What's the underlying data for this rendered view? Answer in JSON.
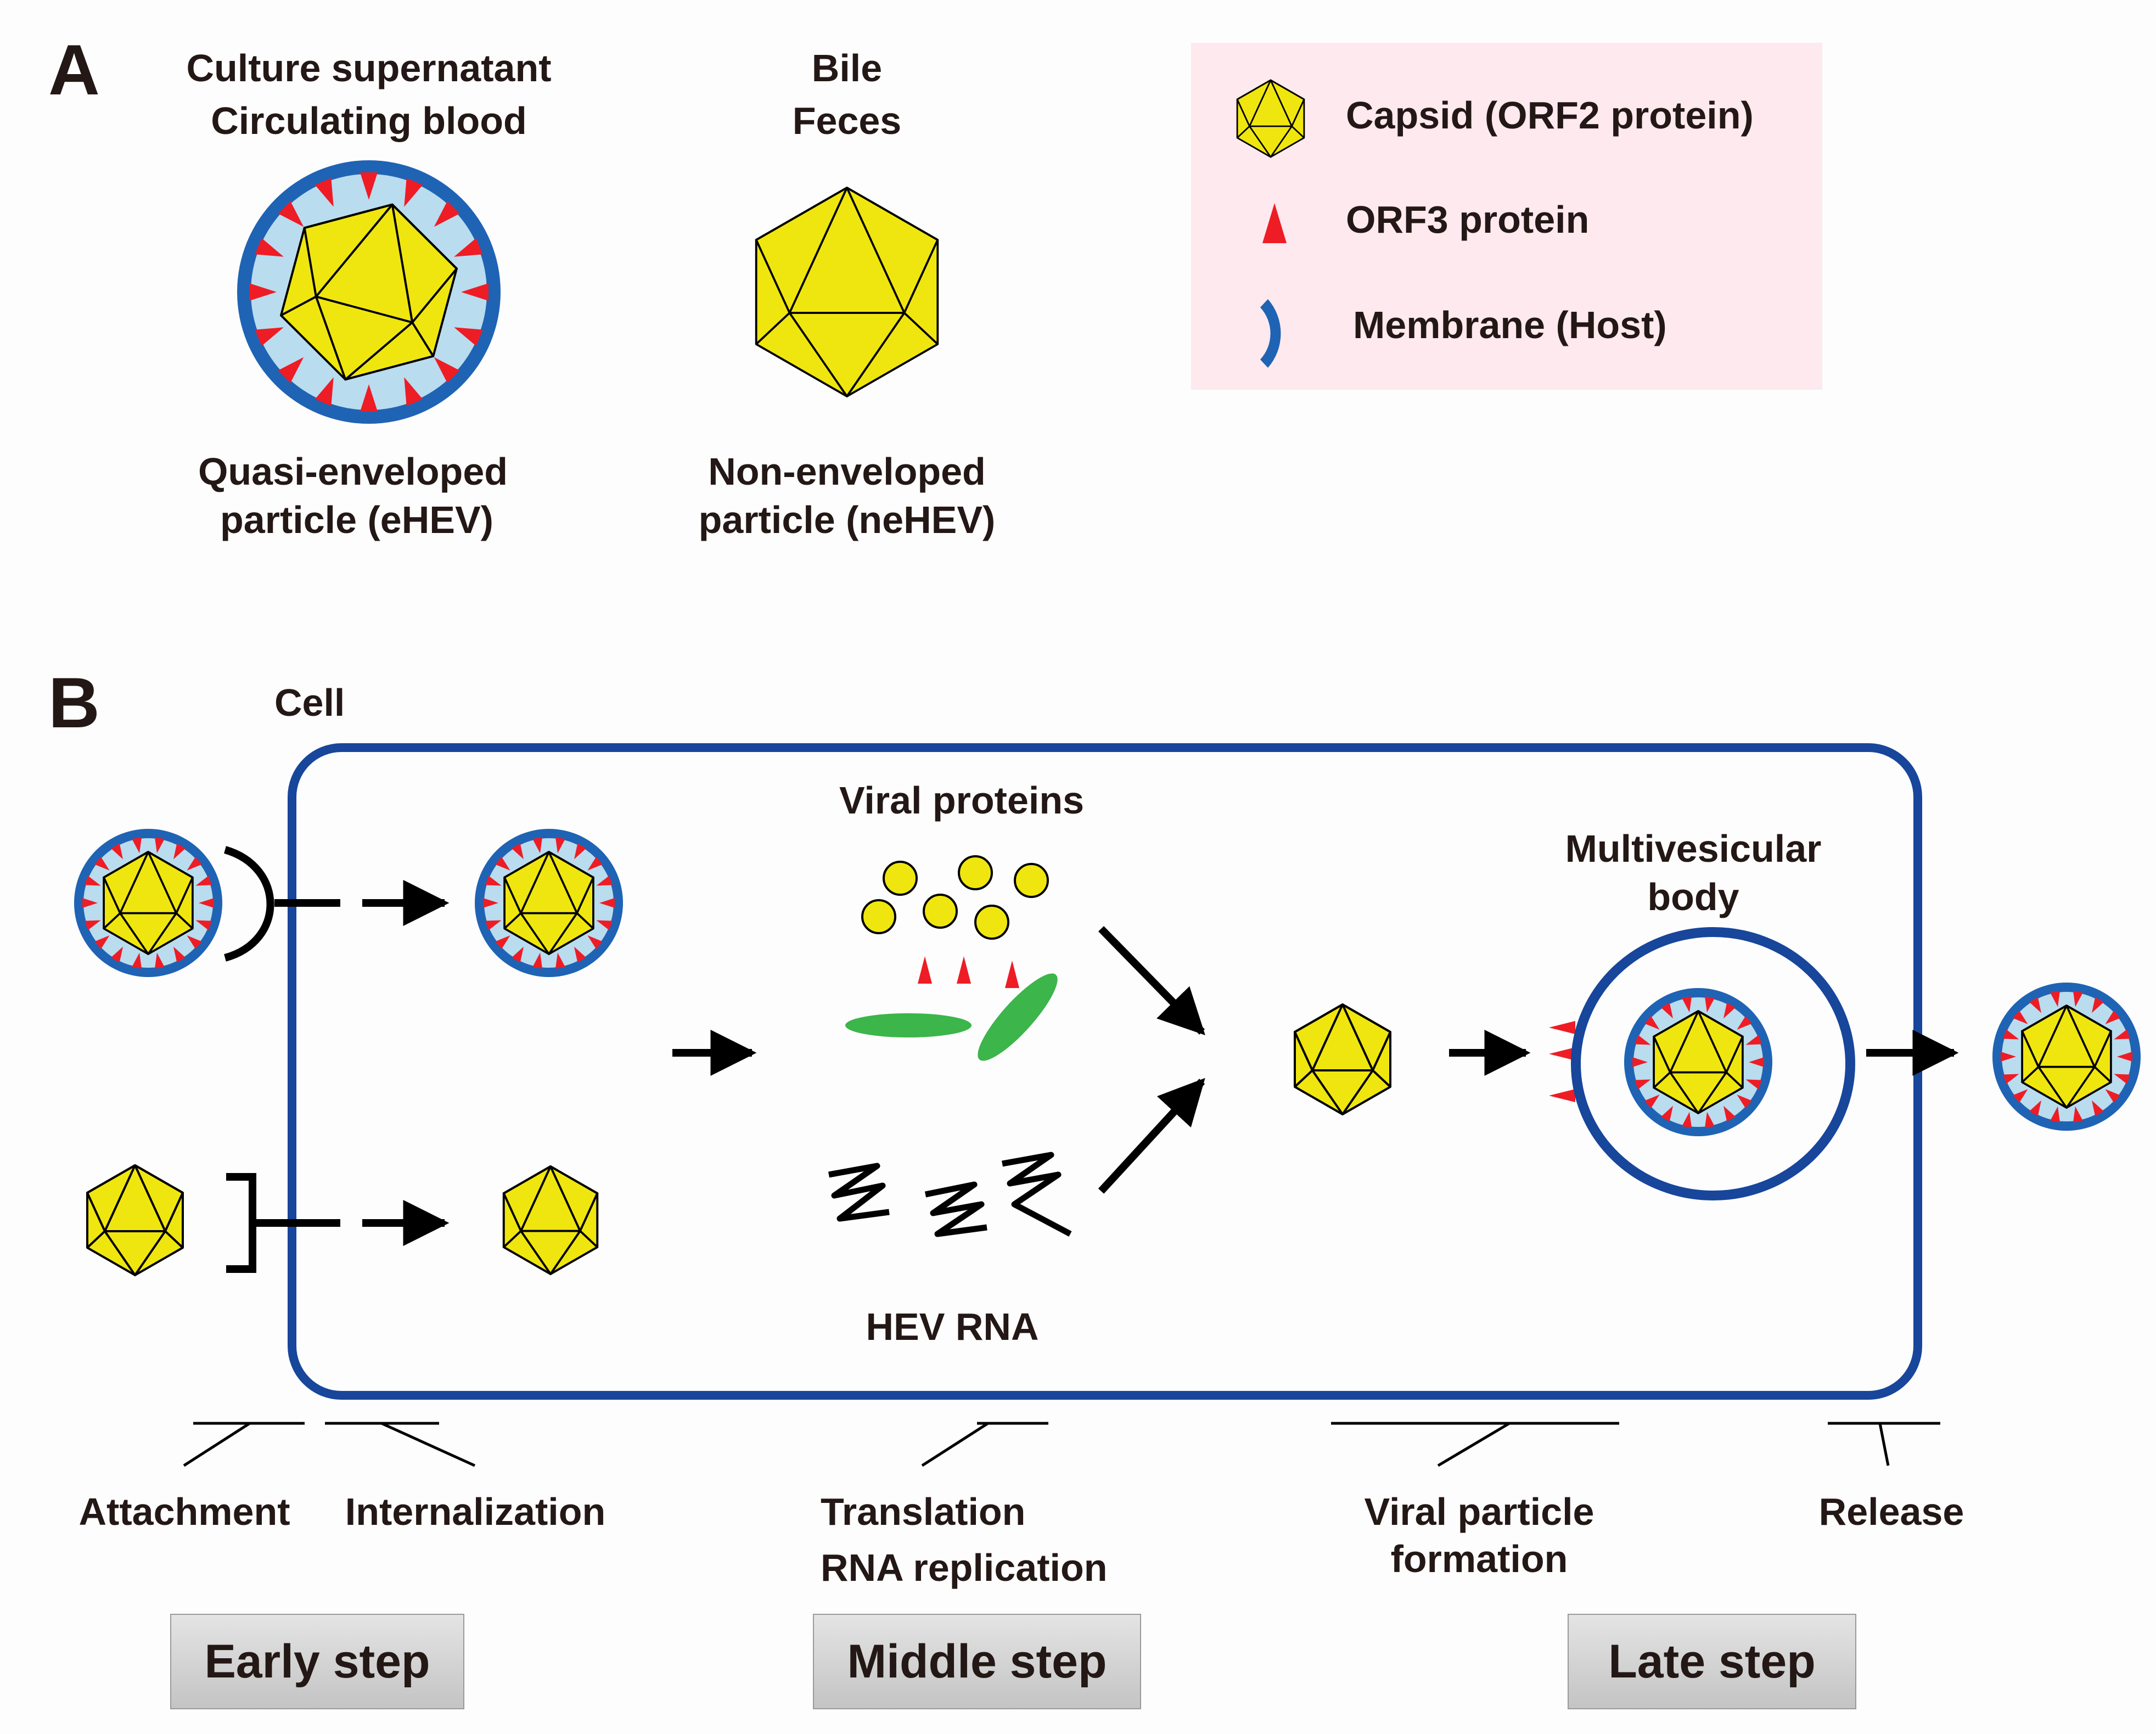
{
  "panel_a": {
    "letter": "A",
    "left_source": [
      "Culture supernatant",
      "Circulating blood"
    ],
    "right_source": [
      "Bile",
      "Feces"
    ],
    "left_label": [
      "Quasi-enveloped",
      "particle (eHEV)"
    ],
    "right_label": [
      "Non-enveloped",
      "particle (neHEV)"
    ]
  },
  "legend": {
    "items": [
      {
        "icon": "capsid-icon",
        "label": "Capsid (ORF2 protein)"
      },
      {
        "icon": "orf3-protein-icon",
        "label": "ORF3 protein"
      },
      {
        "icon": "membrane-icon",
        "label": "Membrane (Host)"
      }
    ]
  },
  "panel_b": {
    "letter": "B",
    "cell_label": "Cell",
    "viral_proteins": "Viral proteins",
    "hev_rna": "HEV RNA",
    "mvb_label": [
      "Multivesicular",
      "body"
    ],
    "stages": {
      "attachment": "Attachment",
      "internalization": "Internalization",
      "translation": "Translation",
      "rna_replication": "RNA replication",
      "particle_formation": [
        "Viral particle",
        "formation"
      ],
      "release": "Release"
    },
    "steps": [
      "Early step",
      "Middle step",
      "Late step"
    ]
  },
  "colors": {
    "capsid": "#f0e60f",
    "membrane": "#1f63b4",
    "membrane_inner": "#b9dcef",
    "orf3": "#ee1c25",
    "cell_border": "#17469b",
    "rna_green": "#3cb54a",
    "legend_bg": "#fde9ee"
  }
}
